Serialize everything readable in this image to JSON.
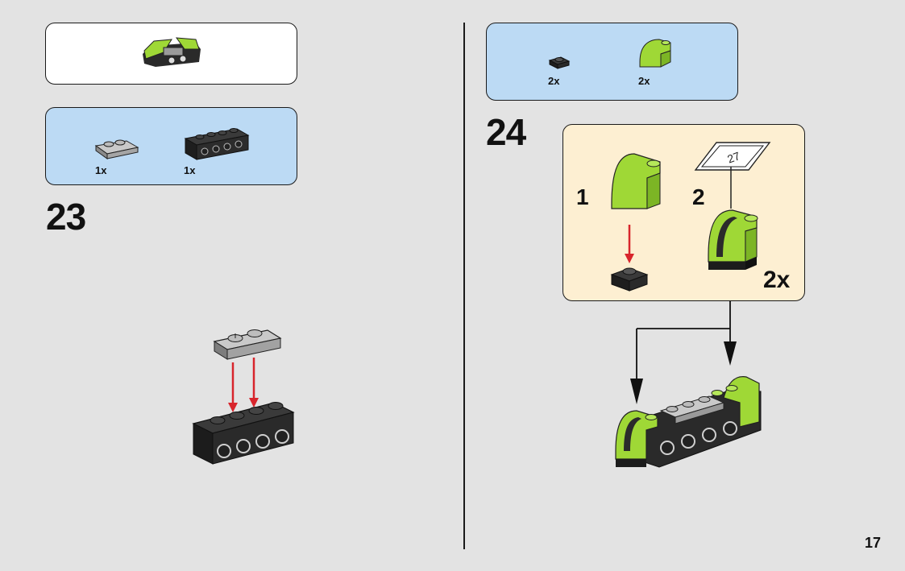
{
  "left": {
    "parts_list": [
      {
        "qty": "1x",
        "icon": "gray-plate-1x2-icon"
      },
      {
        "qty": "1x",
        "icon": "black-brick-1x4-with-side-studs-icon"
      }
    ],
    "step_number": "23"
  },
  "right": {
    "parts_list": [
      {
        "qty": "2x",
        "icon": "black-plate-1x1-icon"
      },
      {
        "qty": "2x",
        "icon": "lime-curved-slope-icon"
      }
    ],
    "step_number": "24",
    "substeps": [
      {
        "number": "1"
      },
      {
        "number": "2",
        "sticker_label": "27"
      }
    ],
    "multiplier": "2x"
  },
  "page_number": "17",
  "colors": {
    "background": "#e3e3e3",
    "parts_box": "#bcdaf4",
    "substep_box": "#fdefd2",
    "lime": "#9fd836",
    "arrow_red": "#d8252c"
  }
}
